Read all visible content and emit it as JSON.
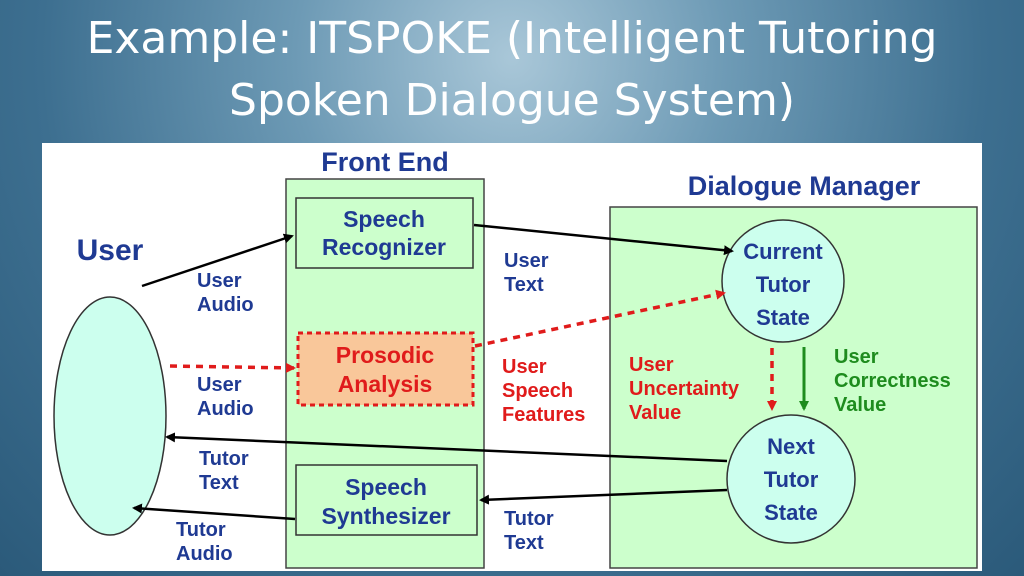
{
  "slide": {
    "title_line1": "Example: ITSPOKE (Intelligent Tutoring",
    "title_line2": "Spoken Dialogue System)"
  },
  "diagram": {
    "user_label": "User",
    "front_end": {
      "title": "Front End",
      "speech_recognizer": [
        "Speech",
        "Recognizer"
      ],
      "prosodic_analysis": [
        "Prosodic",
        "Analysis"
      ],
      "speech_synthesizer": [
        "Speech",
        "Synthesizer"
      ]
    },
    "dialogue_manager": {
      "title": "Dialogue Manager",
      "current_state": [
        "Current",
        "Tutor",
        "State"
      ],
      "next_state": [
        "Next",
        "Tutor",
        "State"
      ]
    },
    "edge_labels": {
      "user_audio_top": [
        "User",
        "Audio"
      ],
      "user_audio_mid": [
        "User",
        "Audio"
      ],
      "user_text": [
        "User",
        "Text"
      ],
      "user_speech_features": [
        "User",
        "Speech",
        "Features"
      ],
      "user_uncertainty": [
        "User",
        "Uncertainty",
        "Value"
      ],
      "user_correctness": [
        "User",
        "Correctness",
        "Value"
      ],
      "tutor_text_left": [
        "Tutor",
        "Text"
      ],
      "tutor_audio": [
        "Tutor",
        "Audio"
      ],
      "tutor_text_right": [
        "Tutor",
        "Text"
      ]
    },
    "colors": {
      "navy": "#1f3a93",
      "red": "#e01b1b",
      "green": "#1e8c1e",
      "panel_green": "#ccffcc",
      "node_cyan": "#ccffee",
      "prosodic_fill": "#f9c79a"
    }
  }
}
